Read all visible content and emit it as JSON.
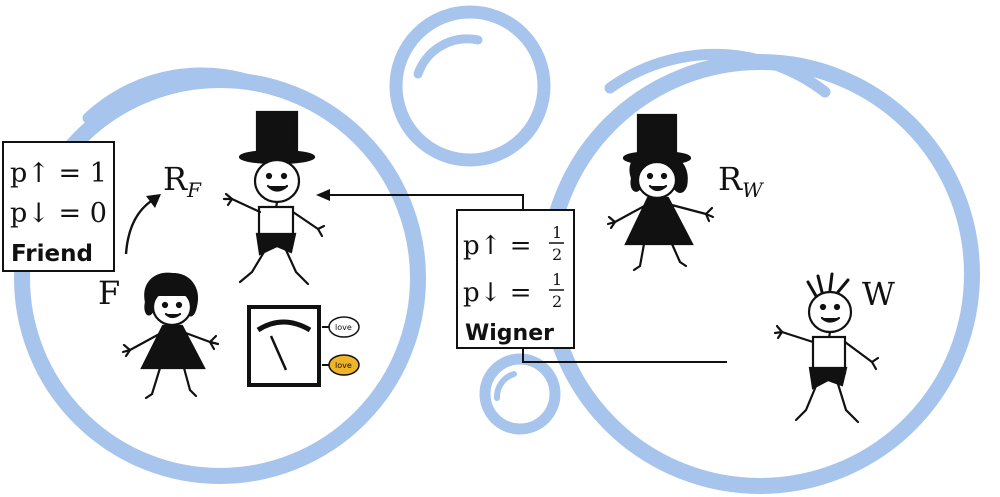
{
  "friend_box": {
    "line1": "p↑ = 1",
    "line2": "p↓ = 0",
    "name": "Friend"
  },
  "wigner_box": {
    "p_up_label": "p↑ =",
    "p_down_label": "p↓ =",
    "numerator": "1",
    "denominator": "2",
    "name": "Wigner"
  },
  "labels": {
    "friend": "F",
    "friend_referee": "R",
    "friend_referee_sub": "F",
    "wigner": "W",
    "wigner_referee": "R",
    "wigner_referee_sub": "W"
  },
  "meter": {
    "bulb_off_text": "love",
    "bulb_on_text": "love"
  },
  "colors": {
    "bubble": "#a6c4ec",
    "ink": "#111111",
    "bulb_on": "#f0b429"
  }
}
